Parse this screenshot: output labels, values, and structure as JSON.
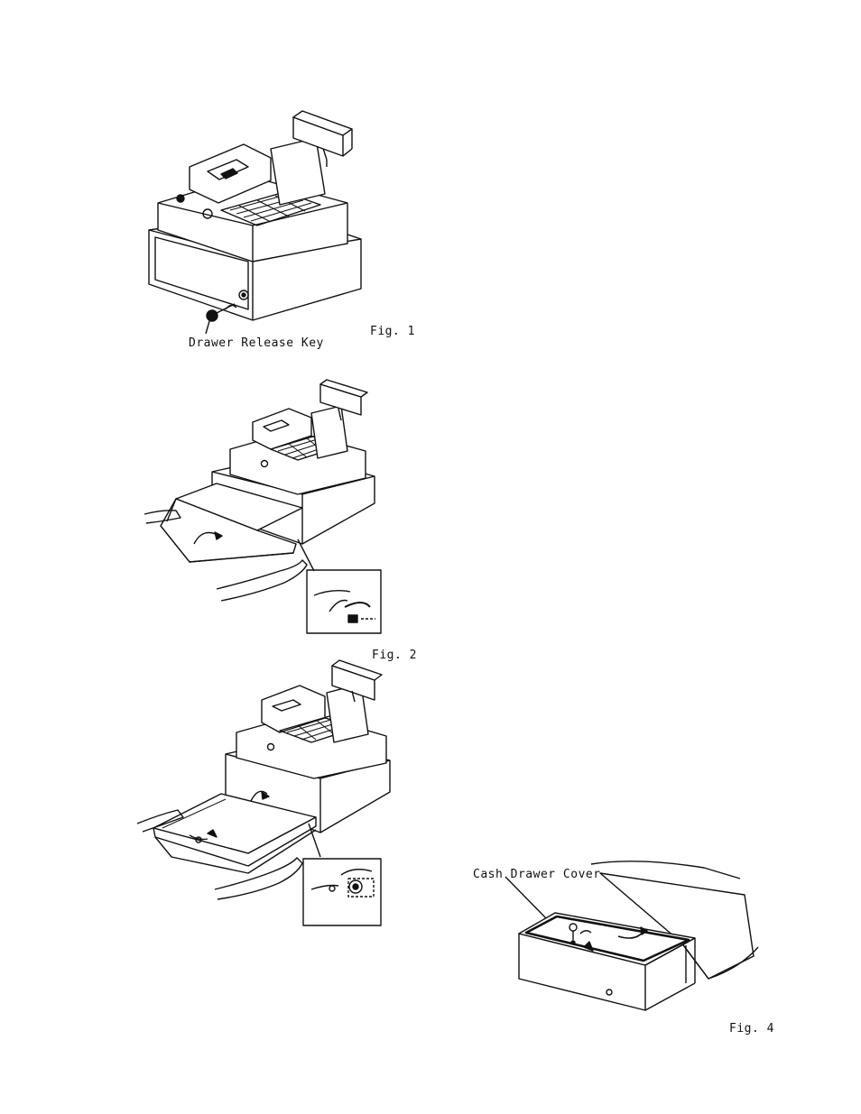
{
  "figures": [
    {
      "id": "fig1",
      "label": "Fig. 1",
      "callout": "Drawer Release Key"
    },
    {
      "id": "fig2",
      "label": "Fig. 2"
    },
    {
      "id": "fig3",
      "label": ""
    },
    {
      "id": "fig4",
      "label": "Fig. 4",
      "callout": "Cash Drawer Cover"
    }
  ]
}
